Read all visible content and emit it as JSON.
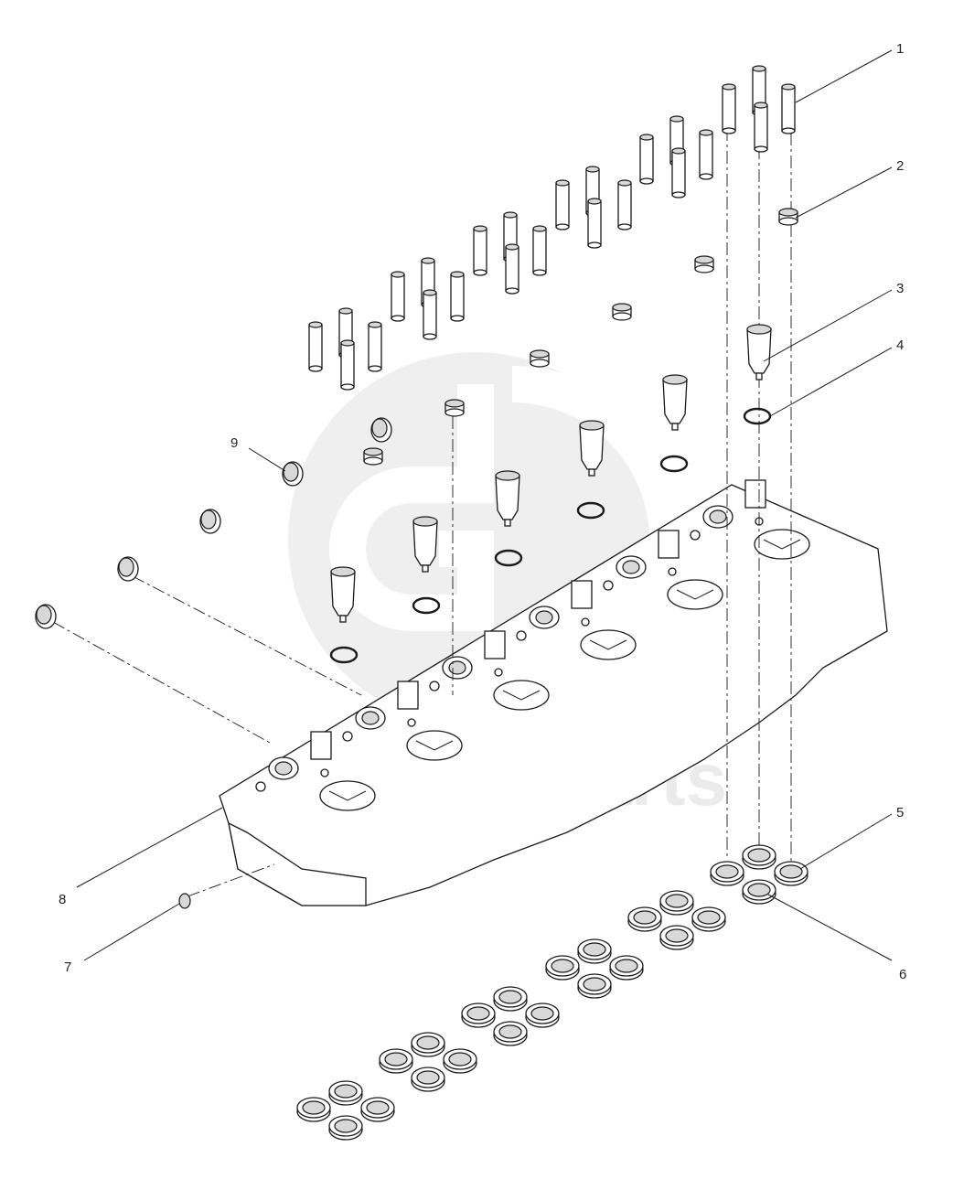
{
  "watermark": {
    "text": "Parts",
    "color": "#e6e6e6"
  },
  "callouts": [
    {
      "id": "1",
      "label": "1"
    },
    {
      "id": "2",
      "label": "2"
    },
    {
      "id": "3",
      "label": "3"
    },
    {
      "id": "4",
      "label": "4"
    },
    {
      "id": "5",
      "label": "5"
    },
    {
      "id": "6",
      "label": "6"
    },
    {
      "id": "7",
      "label": "7"
    },
    {
      "id": "8",
      "label": "8"
    },
    {
      "id": "9",
      "label": "9"
    }
  ],
  "parts": {
    "1": "push-rod-tube",
    "2": "tube-seal",
    "3": "injector-sleeve",
    "4": "o-ring",
    "5": "valve-seat-insert",
    "6": "valve-seat-insert",
    "7": "plug",
    "8": "cylinder-head",
    "9": "expansion-plug"
  }
}
